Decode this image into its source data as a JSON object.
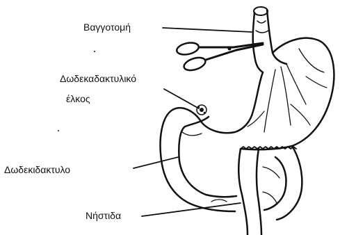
{
  "labels": {
    "vagotomy": "Βαγγοτομή",
    "ulcer_line1": "Δωδεκαδακτυλικό",
    "ulcer_line2": "έλκος",
    "duodenum": "Δωδεκιδακτυλο",
    "jejunum": "Νήστιδα"
  },
  "colors": {
    "ink": "#111111",
    "background": "#ffffff"
  }
}
